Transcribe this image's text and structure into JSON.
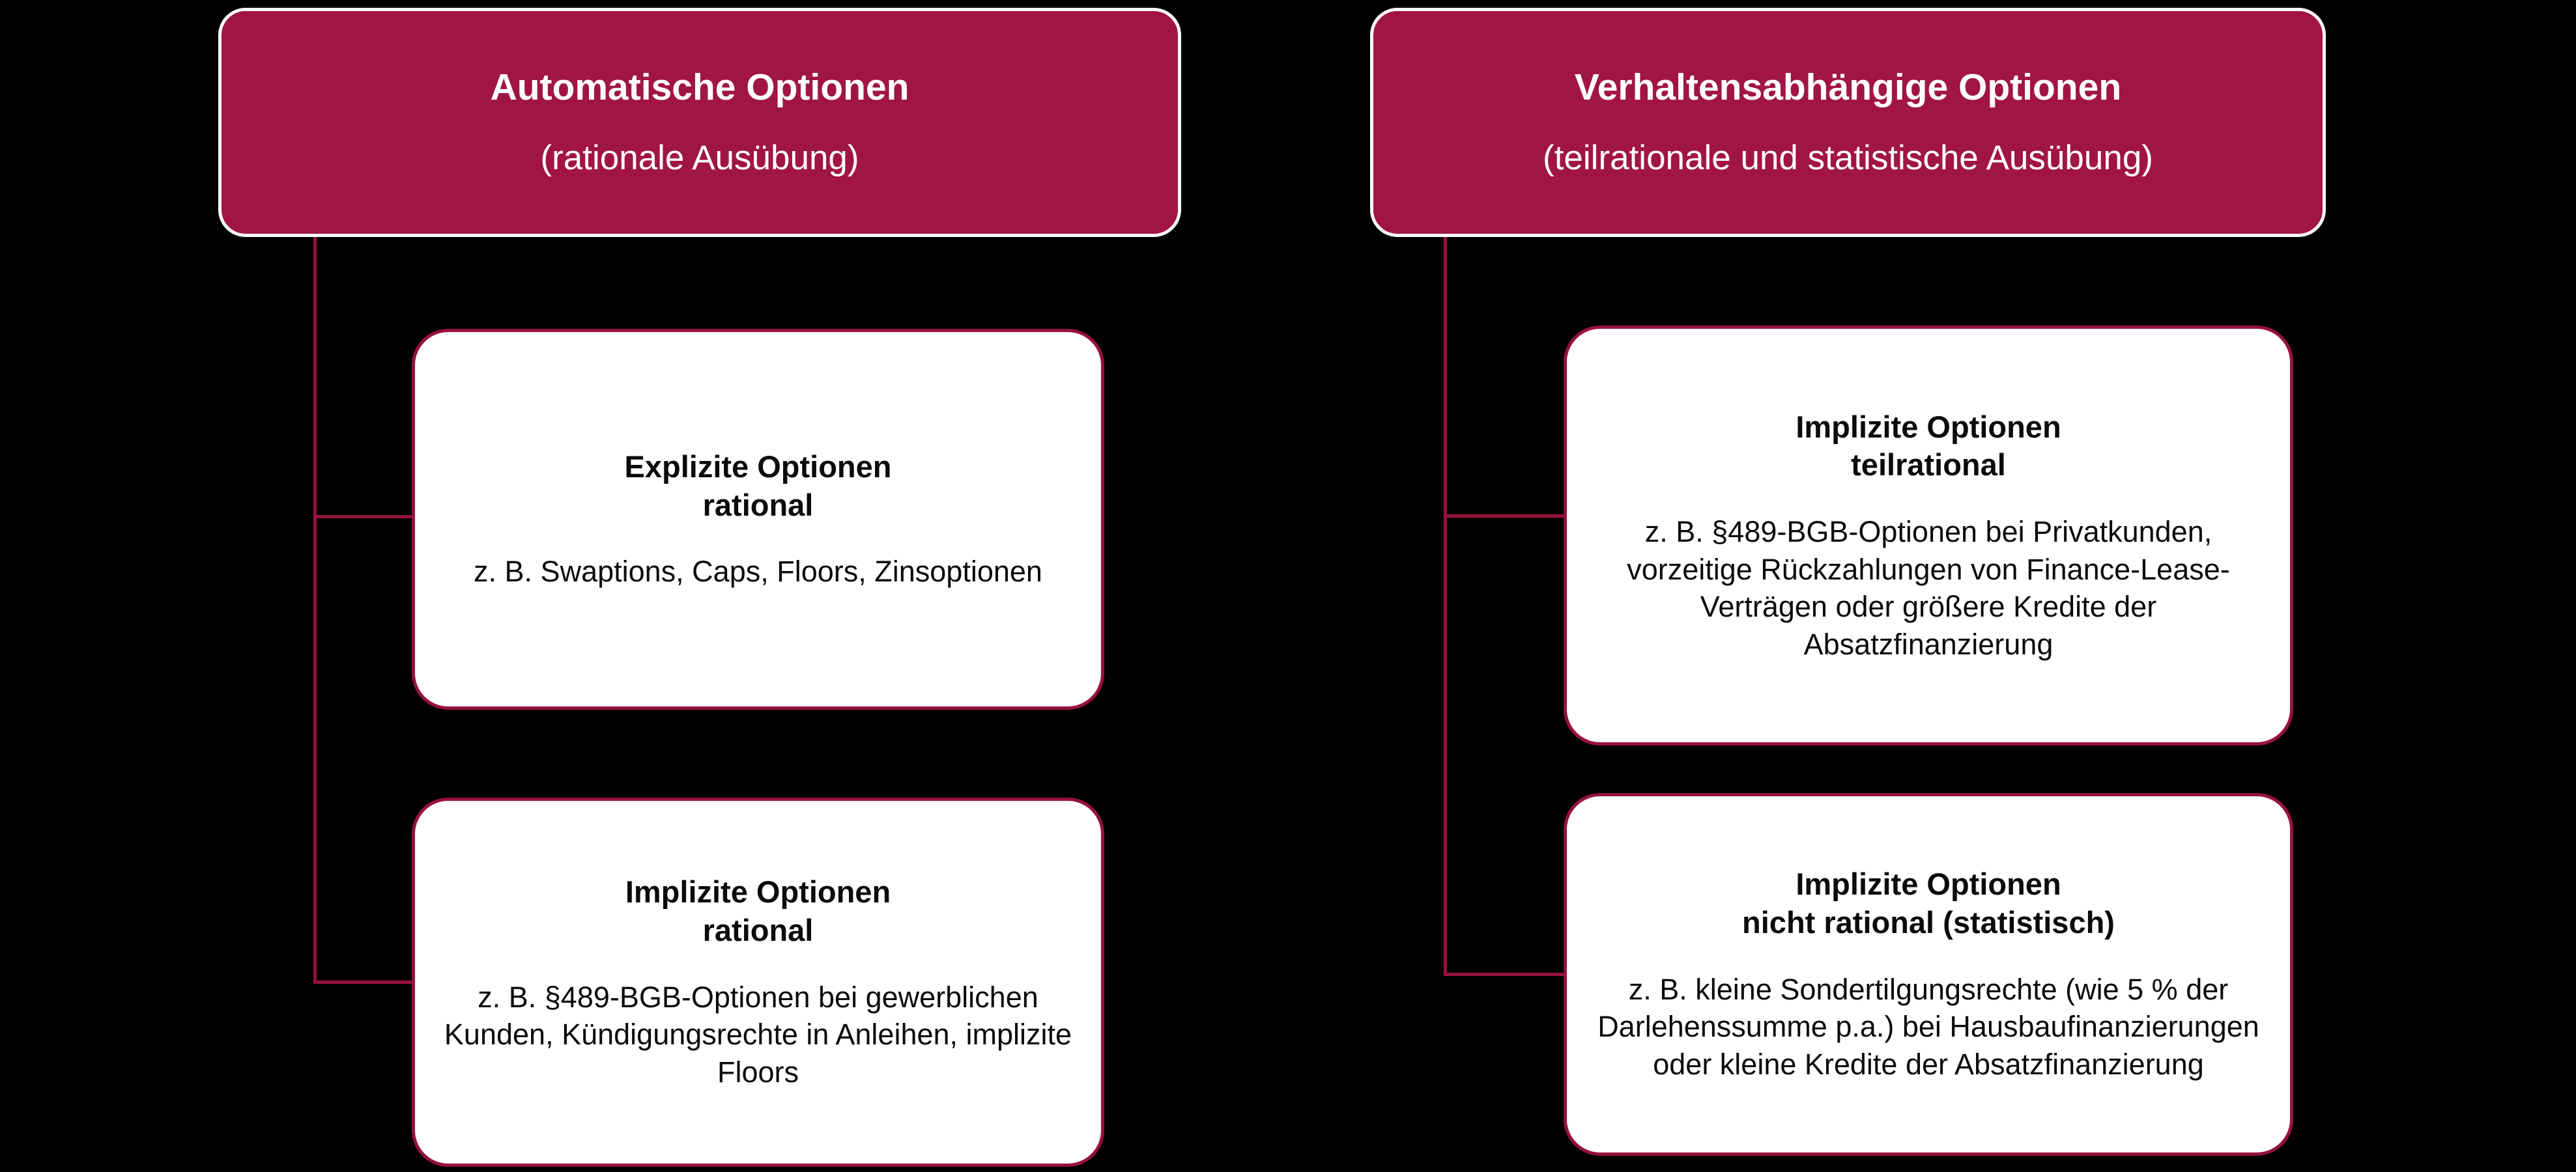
{
  "diagram": {
    "background_color": "#000000",
    "header_fill_color": "#A11544",
    "line_color": "#971140",
    "columns": [
      {
        "header": {
          "title": "Automatische Optionen",
          "subtitle": "(rationale Ausübung)"
        },
        "children": [
          {
            "title_line1": "Explizite Optionen",
            "title_line2": "rational",
            "body": "z. B. Swaptions, Caps, Floors, Zinsoptionen"
          },
          {
            "title_line1": "Implizite Optionen",
            "title_line2": "rational",
            "body": "z. B. §489-BGB-Optionen bei gewerblichen Kunden, Kündigungsrechte in Anleihen, implizite Floors"
          }
        ]
      },
      {
        "header": {
          "title": "Verhaltensabhängige Optionen",
          "subtitle": "(teilrationale und statistische Ausübung)"
        },
        "children": [
          {
            "title_line1": "Implizite Optionen",
            "title_line2": "teilrational",
            "body": "z. B.  §489-BGB-Optionen bei Privatkunden, vorzeitige Rückzahlungen von Finance-Lease-Verträgen oder größere Kredite der Absatzfinanzierung"
          },
          {
            "title_line1": "Implizite Optionen",
            "title_line2": "nicht rational (statistisch)",
            "body": "z. B. kleine Sondertilgungsrechte (wie 5 % der Darlehenssumme p.a.) bei Hausbaufinanzierungen oder kleine Kredite der Absatzfinanzierung"
          }
        ]
      }
    ]
  }
}
